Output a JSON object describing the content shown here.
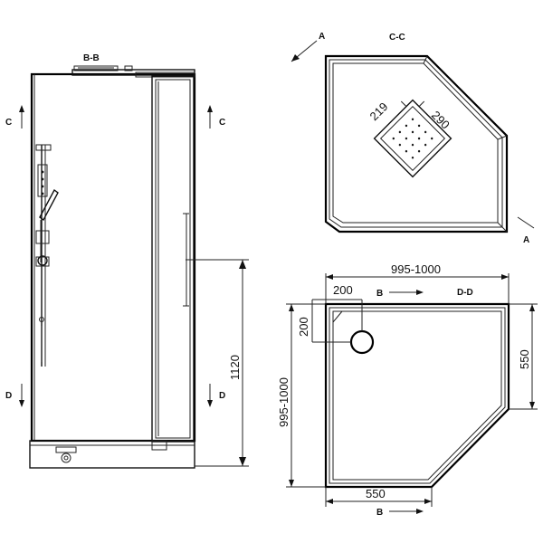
{
  "drawing": {
    "section_labels": {
      "bb_top": "B-B",
      "cc_title": "C-C",
      "dd_title": "D-D",
      "c_left": "C",
      "c_right": "C",
      "d_left": "D",
      "d_right": "D",
      "a_top": "A",
      "a_bottom": "A",
      "b_top": "B",
      "b_bottom": "B"
    },
    "dimensions": {
      "height_rail": "1120",
      "width_top": "995-1000",
      "width_left": "995-1000",
      "side_right": "550",
      "side_bottom": "550",
      "drain_x": "200",
      "drain_y": "200",
      "panel_a": "219",
      "panel_b": "290"
    },
    "colors": {
      "line": "#111111",
      "background": "#ffffff"
    }
  }
}
